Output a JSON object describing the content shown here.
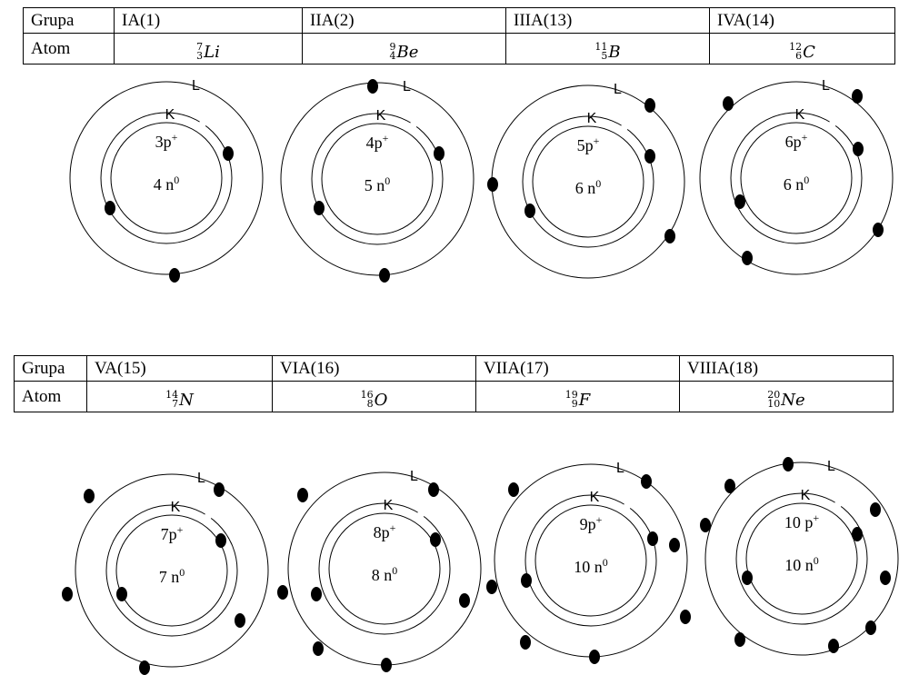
{
  "header_label": "Grupa",
  "atom_label": "Atom",
  "shell_k": "K",
  "shell_l": "L",
  "tables": [
    {
      "groups": [
        "IA(1)",
        "IIA(2)",
        "IIIA(13)",
        "IVA(14)"
      ],
      "atoms": [
        {
          "mass": "7",
          "z": "3",
          "symbol": "Li"
        },
        {
          "mass": "9",
          "z": "4",
          "symbol": "Be"
        },
        {
          "mass": "11",
          "z": "5",
          "symbol": "B"
        },
        {
          "mass": "12",
          "z": "6",
          "symbol": "C"
        }
      ]
    },
    {
      "groups": [
        "VA(15)",
        "VIA(16)",
        "VIIA(17)",
        "VIIIA(18)"
      ],
      "atoms": [
        {
          "mass": "14",
          "z": "7",
          "symbol": "N"
        },
        {
          "mass": "16",
          "z": "8",
          "symbol": "O"
        },
        {
          "mass": "19",
          "z": "9",
          "symbol": "F"
        },
        {
          "mass": "20",
          "z": "10",
          "symbol": "Ne"
        }
      ]
    }
  ],
  "atoms": [
    {
      "element": "Li",
      "protons": "3",
      "proton_sign": "p+",
      "neutrons": "4 n",
      "neutron_sup": "0",
      "k_electrons": 2,
      "l_electrons": 1
    },
    {
      "element": "Be",
      "protons": "4",
      "proton_sign": "p+",
      "neutrons": "5 n",
      "neutron_sup": "0",
      "k_electrons": 2,
      "l_electrons": 2
    },
    {
      "element": "B",
      "protons": "5",
      "proton_sign": "p+",
      "neutrons": "6 n",
      "neutron_sup": "0",
      "k_electrons": 2,
      "l_electrons": 3
    },
    {
      "element": "C",
      "protons": "6",
      "proton_sign": "p+",
      "neutrons": "6 n",
      "neutron_sup": "0",
      "k_electrons": 2,
      "l_electrons": 4
    },
    {
      "element": "N",
      "protons": "7",
      "proton_sign": "p+",
      "neutrons": "7 n",
      "neutron_sup": "0",
      "k_electrons": 2,
      "l_electrons": 5
    },
    {
      "element": "O",
      "protons": "8",
      "proton_sign": "p+",
      "neutrons": "8 n",
      "neutron_sup": "0",
      "k_electrons": 2,
      "l_electrons": 6
    },
    {
      "element": "F",
      "protons": "9",
      "proton_sign": "p+",
      "neutrons": "10 n",
      "neutron_sup": "0",
      "k_electrons": 2,
      "l_electrons": 7
    },
    {
      "element": "Ne",
      "protons": "10 ",
      "proton_sign": "p+",
      "neutrons": "10 n",
      "neutron_sup": "0",
      "k_electrons": 2,
      "l_electrons": 8
    }
  ]
}
